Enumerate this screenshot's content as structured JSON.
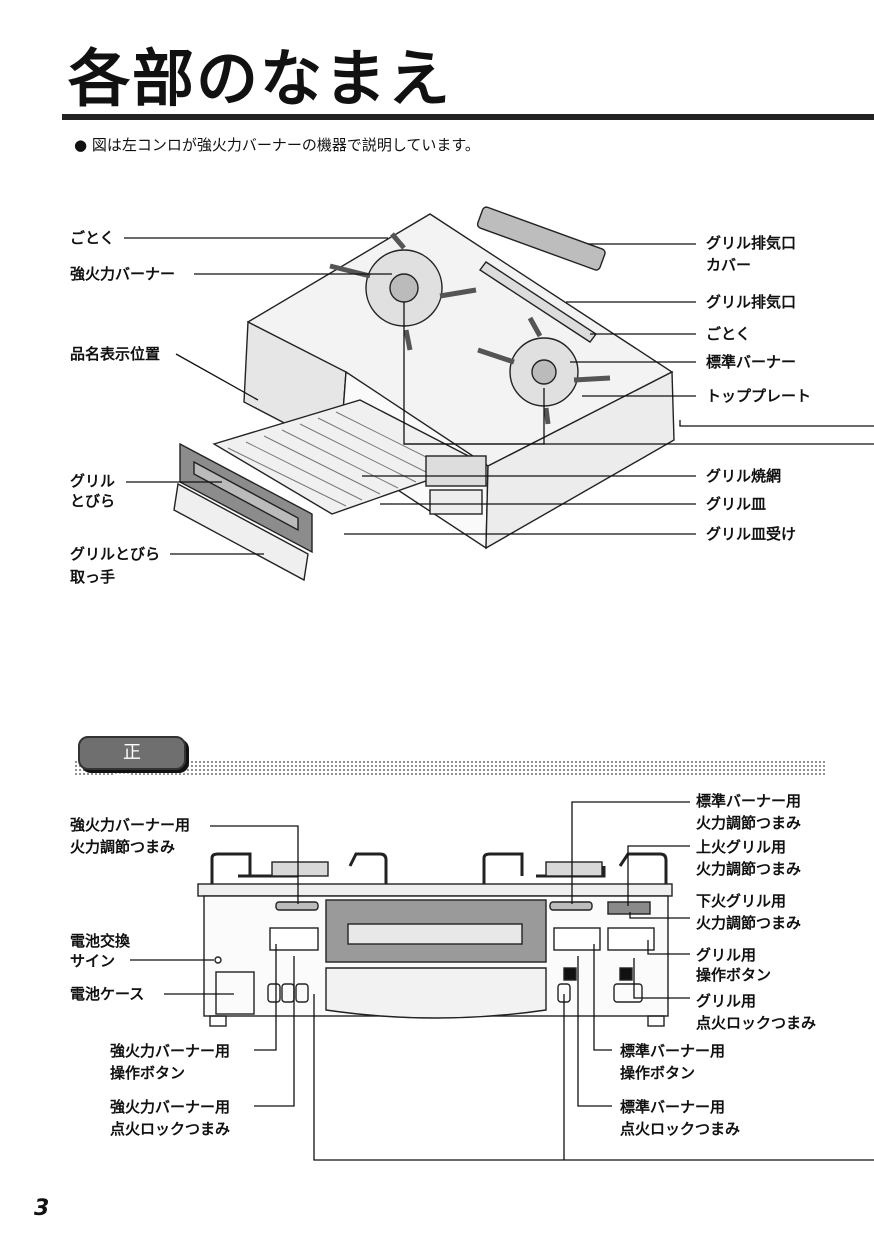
{
  "page": {
    "title": "各部のなまえ",
    "note": "● 図は左コンロが強火力バーナーの機器で説明しています。",
    "page_number": "3"
  },
  "top_diagram": {
    "labels": {
      "gotoku_left": "ごとく",
      "strong_burner": "強火力バーナー",
      "model_position": "品名表示位置",
      "grill_door_1": "グリル",
      "grill_door_2": "とびら",
      "grill_handle_1": "グリルとびら",
      "grill_handle_2": "取っ手",
      "exhaust_cover_1": "グリル排気口",
      "exhaust_cover_2": "カバー",
      "exhaust": "グリル排気口",
      "gotoku_right": "ごとく",
      "standard_burner": "標準バーナー",
      "top_plate": "トッププレート",
      "grill_grate": "グリル焼網",
      "grill_pan": "グリル皿",
      "grill_pan_holder": "グリル皿受け"
    }
  },
  "front_view": {
    "section_title": "正 面",
    "labels": {
      "strong_knob_1": "強火力バーナー用",
      "strong_knob_2": "火力調節つまみ",
      "battery_sign_1": "電池交換",
      "battery_sign_2": "サイン",
      "battery_case": "電池ケース",
      "strong_button_1": "強火力バーナー用",
      "strong_button_2": "操作ボタン",
      "strong_lock_1": "強火力バーナー用",
      "strong_lock_2": "点火ロックつまみ",
      "std_knob_1": "標準バーナー用",
      "std_knob_2": "火力調節つまみ",
      "upper_grill_1": "上火グリル用",
      "upper_grill_2": "火力調節つまみ",
      "lower_grill_1": "下火グリル用",
      "lower_grill_2": "火力調節つまみ",
      "grill_button_1": "グリル用",
      "grill_button_2": "操作ボタン",
      "grill_lock_1": "グリル用",
      "grill_lock_2": "点火ロックつまみ",
      "std_button_1": "標準バーナー用",
      "std_button_2": "操作ボタン",
      "std_lock_1": "標準バーナー用",
      "std_lock_2": "点火ロックつまみ"
    }
  }
}
